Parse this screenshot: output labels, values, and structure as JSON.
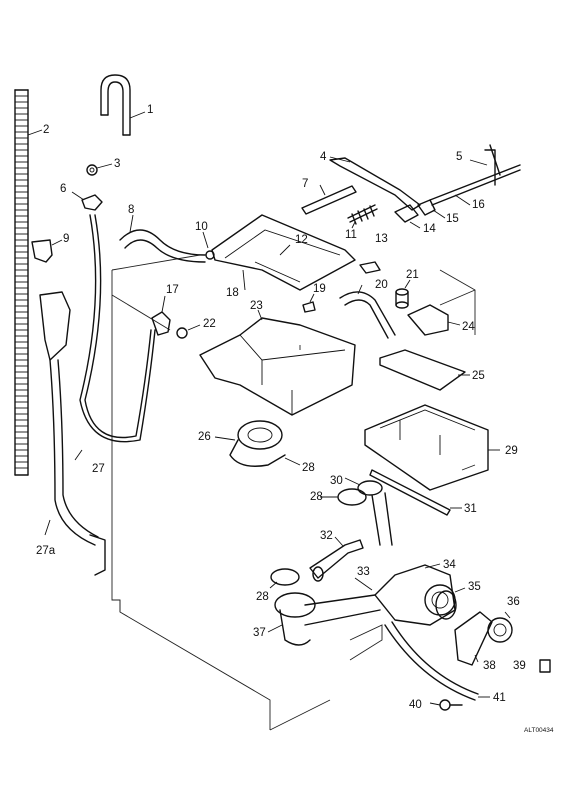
{
  "diagram": {
    "reference_code": "ALT00434",
    "part_numbers": [
      "1",
      "2",
      "3",
      "4",
      "5",
      "6",
      "7",
      "8",
      "9",
      "10",
      "11",
      "12",
      "13",
      "14",
      "15",
      "16",
      "17",
      "18",
      "19",
      "20",
      "21",
      "22",
      "23",
      "24",
      "25",
      "26",
      "27",
      "27a",
      "28",
      "28",
      "28",
      "29",
      "30",
      "31",
      "32",
      "33",
      "34",
      "35",
      "36",
      "37",
      "38",
      "39",
      "40",
      "41"
    ]
  }
}
